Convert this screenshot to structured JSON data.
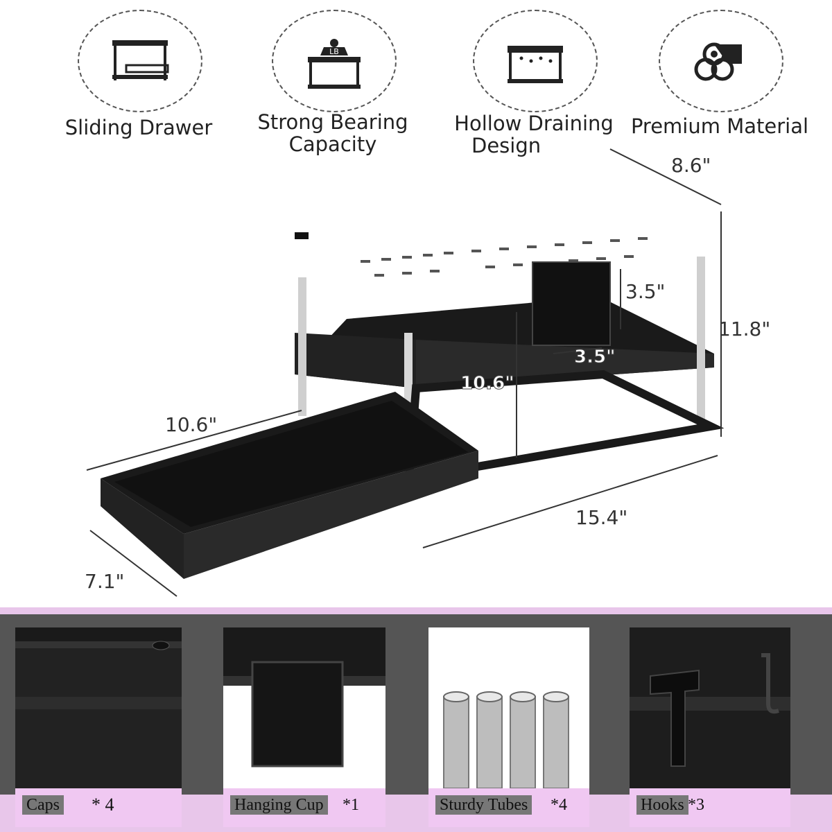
{
  "features": [
    {
      "icon": "sliding-drawer-icon",
      "label_lines": [
        "Sliding Drawer"
      ]
    },
    {
      "icon": "bearing-weight-icon",
      "icon_text": "LB",
      "label_lines": [
        "Strong Bearing",
        "Capacity"
      ]
    },
    {
      "icon": "drain-holes-icon",
      "label_lines": [
        "Hollow Draining",
        "Design"
      ]
    },
    {
      "icon": "tubes-material-icon",
      "label_lines": [
        "Premium Material"
      ]
    }
  ],
  "dimensions": {
    "depth": "8.6\"",
    "cup_height": "3.5\"",
    "cup_width": "3.5\"",
    "height": "11.8\"",
    "inner_height": "10.6\"",
    "drawer_length": "10.6\"",
    "width": "15.4\"",
    "drawer_depth": "7.1\""
  },
  "accessories": [
    {
      "name": "Caps",
      "count": "* 4"
    },
    {
      "name": "Hanging Cup",
      "count": "*1"
    },
    {
      "name": "Sturdy Tubes",
      "count": "*4"
    },
    {
      "name": "Hooks",
      "count": "*3"
    }
  ],
  "colors": {
    "accent": "#e8c6ea",
    "panel": "#555555",
    "product": "#1a1a1a"
  }
}
